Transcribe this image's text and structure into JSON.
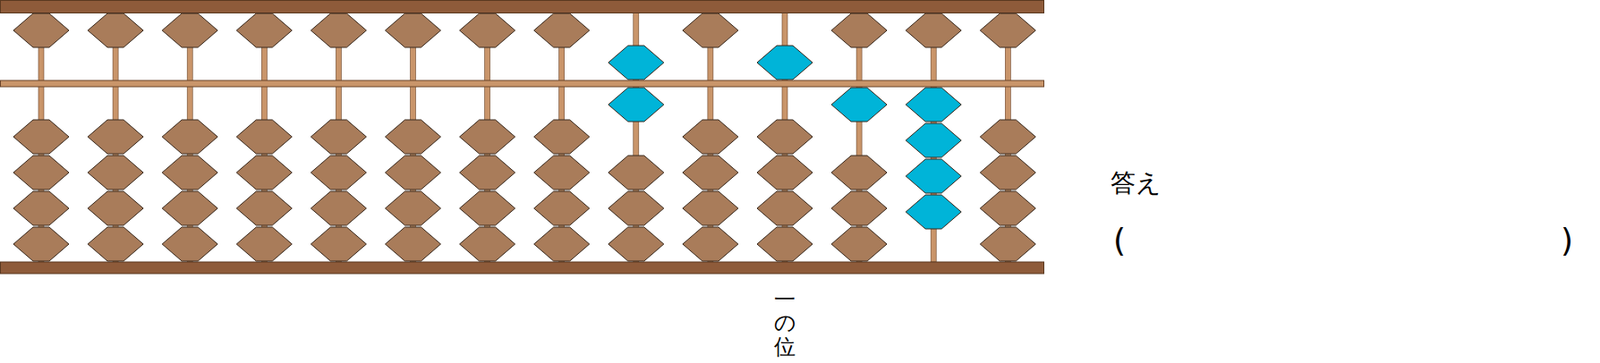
{
  "diagram": {
    "labels": [
      "一の位",
      "答え",
      "(",
      ")"
    ]
  }
}
